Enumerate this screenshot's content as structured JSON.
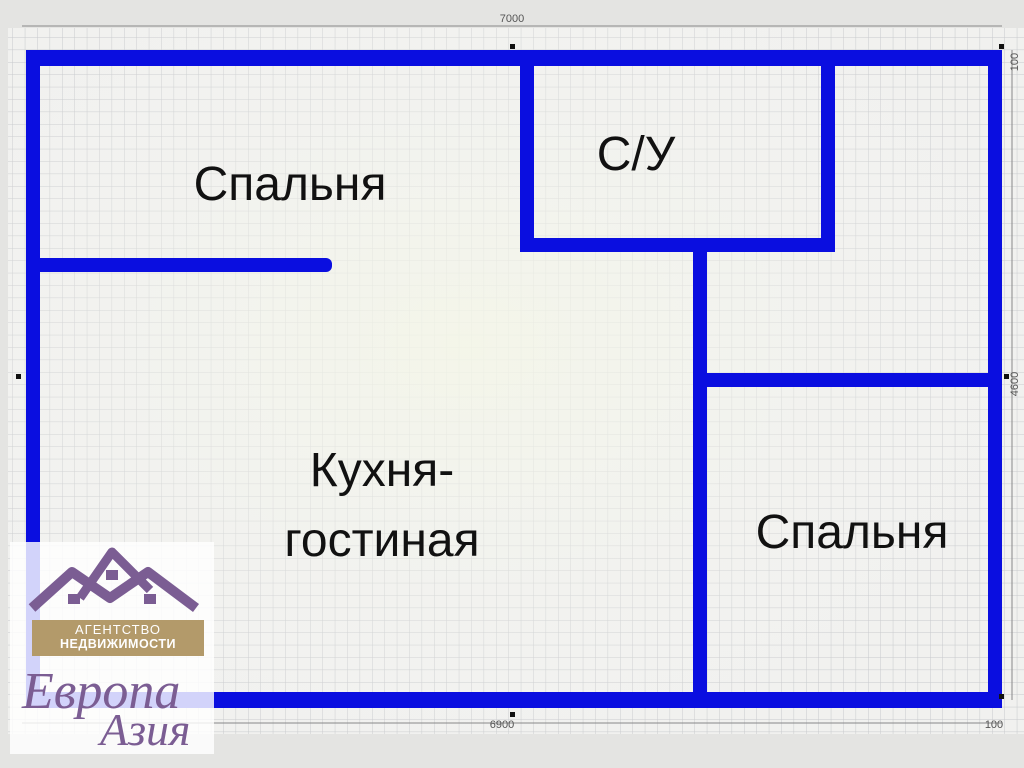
{
  "rooms": {
    "bedroom_top_left": "Спальня",
    "bathroom": "С/У",
    "kitchen_line1": "Кухня-",
    "kitchen_line2": "гостиная",
    "bedroom_bottom_right": "Спальня"
  },
  "dimensions": {
    "top_width": "7000",
    "bottom_width": "6900",
    "right_height": "4600",
    "wall_top_right": "100",
    "wall_bottom_right": "100"
  },
  "logo": {
    "line1": "АГЕНТСТВО",
    "line2": "НЕДВИЖИМОСТИ",
    "word1": "Европа",
    "word2": "Азия"
  },
  "colors": {
    "wall": "#0a0ee0",
    "grid": "#c7c9cc",
    "logo_purple": "#7b5d93",
    "logo_gold": "#b39a6a"
  }
}
